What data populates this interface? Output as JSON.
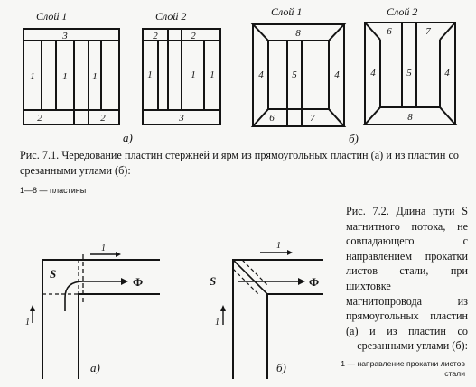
{
  "figure71": {
    "layer_titles": [
      "Слой 1",
      "Слой 2",
      "Слой 1",
      "Слой 2"
    ],
    "panel_a": {
      "layer1_labels": [
        "3",
        "1",
        "1",
        "1",
        "2",
        "2"
      ],
      "layer2_labels": [
        "2",
        "2",
        "1",
        "1",
        "1",
        "3"
      ],
      "sub_label": "а)"
    },
    "panel_b": {
      "layer1_labels": [
        "8",
        "4",
        "5",
        "4",
        "6",
        "7"
      ],
      "layer2_labels": [
        "6",
        "7",
        "4",
        "5",
        "4",
        "8"
      ],
      "sub_label": "б)"
    },
    "caption_prefix": "Рис. 7.1.",
    "caption": "Чередование пластин стержней и ярм из прямоугольных пластин (а) и из пластин со срезанными углами (б):",
    "note": "1—8 — пластины"
  },
  "figure72": {
    "left_labels": {
      "s": "S",
      "phi": "Ф",
      "arrow_top": "1",
      "arrow_side": "1",
      "sub": "а)"
    },
    "right_labels": {
      "s": "S",
      "phi": "Ф",
      "arrow_top": "1",
      "arrow_side": "1",
      "sub": "б)"
    },
    "caption_prefix": "Рис. 7.2.",
    "caption": "Длина пути S магнитного потока, не совпадающего с направлением прокатки листов стали, при шихтовке магнитопровода из прямоугольных пластин (а) и из пластин со срезанными углами (б):",
    "note": "1 — направление прокатки листов стали"
  }
}
